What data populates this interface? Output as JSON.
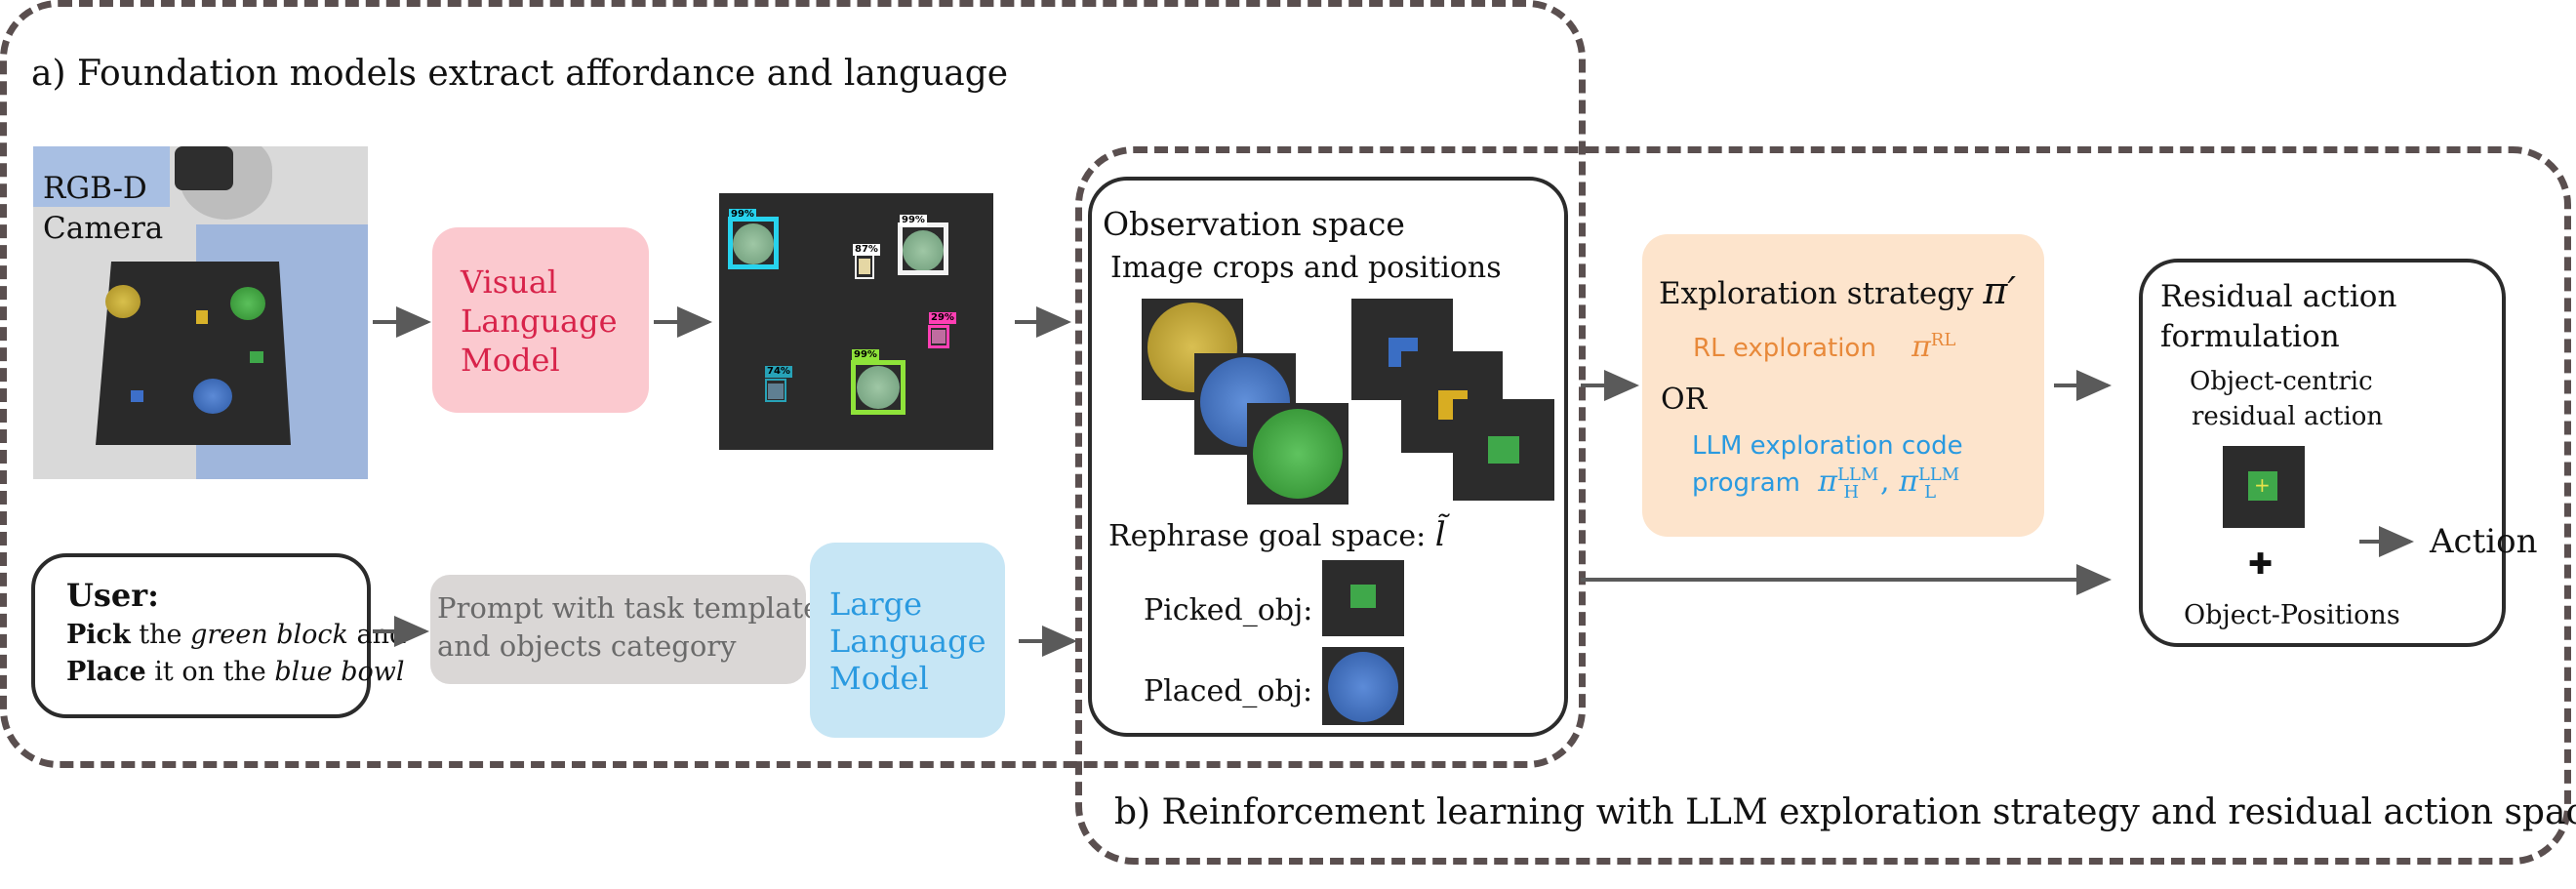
{
  "section_a": {
    "title": "a) Foundation models extract affordance and language"
  },
  "section_b": {
    "title": "b) Reinforcement learning with LLM exploration strategy and residual action space"
  },
  "camera": {
    "label_line1": "RGB-D",
    "label_line2": "Camera"
  },
  "vlm": {
    "line1": "Visual",
    "line2": "Language",
    "line3": "Model",
    "color": "#d8234a",
    "bg": "#fbc9cf"
  },
  "detections": [
    {
      "tag": "99%",
      "color": "#27d3ee"
    },
    {
      "tag": "99%",
      "color": "#f2f2f2"
    },
    {
      "tag": "87%",
      "color": "#f2f2f2"
    },
    {
      "tag": "29%",
      "color": "#ff3fb4"
    },
    {
      "tag": "74%",
      "color": "#27a3b8"
    },
    {
      "tag": "99%",
      "color": "#8fe33a"
    }
  ],
  "user": {
    "heading": "User:",
    "line1_bold": "Pick",
    "line1_rest": " the ",
    "line1_italic": "green block",
    "line1_end": " and",
    "line2_bold": "Place",
    "line2_rest": " it on the ",
    "line2_italic": "blue bowl"
  },
  "prompt": {
    "line1": "Prompt with task template",
    "line2": "and objects category",
    "bg": "#dad7d6"
  },
  "llm": {
    "line1": "Large",
    "line2": "Language",
    "line3": "Model",
    "color": "#2a9ae0",
    "bg": "#c7e6f5"
  },
  "observation": {
    "title": "Observation space",
    "crops_label": "Image crops and positions",
    "goal_label": "Rephrase goal space: ",
    "goal_symbol": "l̃",
    "picked_label": "Picked_obj:",
    "placed_label": "Placed_obj:"
  },
  "exploration": {
    "title": "Exploration strategy ",
    "title_symbol": "π′",
    "rl_label": "RL exploration",
    "rl_symbol": "π",
    "rl_sup": "RL",
    "or_label": "OR",
    "llm_line1": "LLM exploration code",
    "llm_line2": "program",
    "llm_sym1": "π",
    "llm_sup1": "LLM",
    "llm_sub1": "H",
    "llm_sep": ", ",
    "llm_sym2": "π",
    "llm_sup2": "LLM",
    "llm_sub2": "L",
    "bg": "#fde4cc"
  },
  "residual": {
    "title_line1": "Residual action",
    "title_line2": "formulation",
    "sub_line1": "Object-centric",
    "sub_line2": "residual action",
    "plus_symbol": "✚",
    "positions_label": "Object-Positions"
  },
  "action": {
    "label": "Action"
  }
}
